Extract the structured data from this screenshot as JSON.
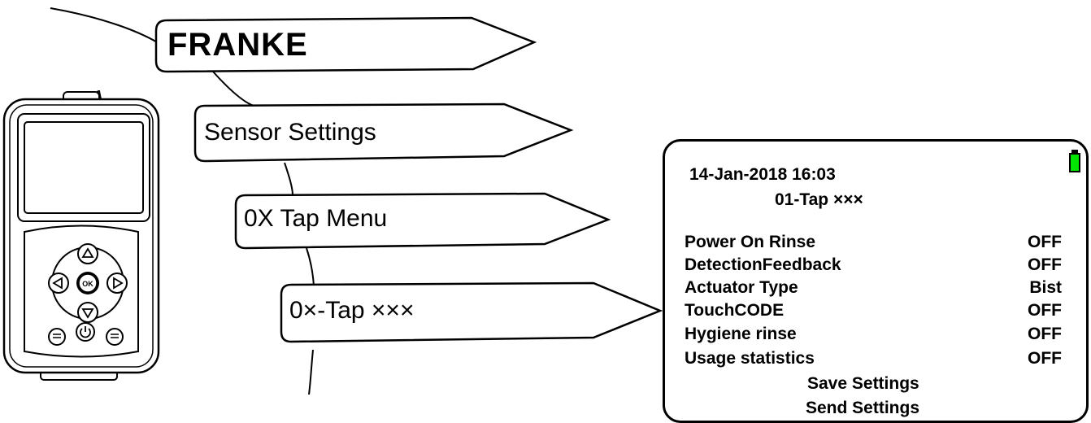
{
  "menu_path": [
    {
      "id": "brand",
      "label": "FRANKE"
    },
    {
      "id": "sensor-settings",
      "label": "Sensor Settings"
    },
    {
      "id": "tap-menu",
      "label": "0X Tap Menu"
    },
    {
      "id": "tap",
      "label": "0×-Tap ×××"
    }
  ],
  "screen": {
    "datetime": "14-Jan-2018 16:03",
    "title": "01-Tap ×××",
    "settings": [
      {
        "name": "Power On Rinse",
        "value": "OFF"
      },
      {
        "name": "DetectionFeedback",
        "value": "OFF"
      },
      {
        "name": "Actuator Type",
        "value": "Bist"
      },
      {
        "name": "TouchCODE",
        "value": "OFF"
      },
      {
        "name": "Hygiene rinse",
        "value": "OFF"
      },
      {
        "name": "Usage statistics",
        "value": "OFF"
      }
    ],
    "actions": {
      "save": "Save Settings",
      "send": "Send Settings"
    },
    "battery_color": "#00e600"
  },
  "device": {
    "keys": {
      "ok": "OK"
    }
  }
}
